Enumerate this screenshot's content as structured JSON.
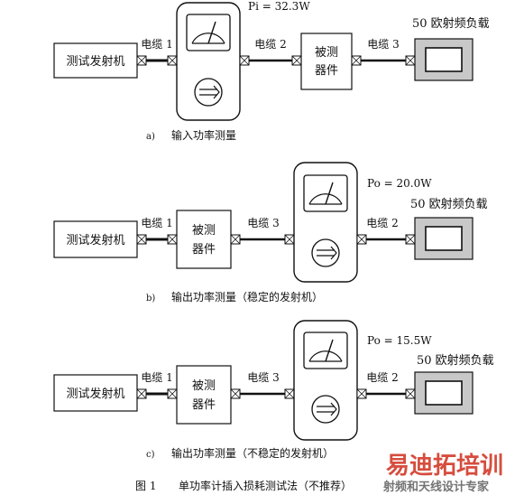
{
  "diagram_a": {
    "transmitter": "测试发射机",
    "cable1": "电缆 1",
    "cable2": "电缆 2",
    "cable3": "电缆 3",
    "dut_line1": "被测",
    "dut_line2": "器件",
    "load": "50 欧射频负载",
    "reading": "Pi = 32.3W",
    "caption_letter": "a)",
    "caption": "输入功率测量"
  },
  "diagram_b": {
    "transmitter": "测试发射机",
    "cable1": "电缆 1",
    "cable3": "电缆 3",
    "cable2": "电缆 2",
    "dut_line1": "被测",
    "dut_line2": "器件",
    "load": "50 欧射频负载",
    "reading": "Po = 20.0W",
    "caption_letter": "b)",
    "caption": "输出功率测量（稳定的发射机）"
  },
  "diagram_c": {
    "transmitter": "测试发射机",
    "cable1": "电缆 1",
    "cable3": "电缆 3",
    "cable2": "电缆 2",
    "dut_line1": "被测",
    "dut_line2": "器件",
    "load": "50 欧射频负载",
    "reading": "Po = 15.5W",
    "caption_letter": "c)",
    "caption": "输出功率测量（不稳定的发射机）"
  },
  "figure_caption": {
    "number": "图 1",
    "text": "单功率计插入损耗测试法（不推荐）"
  },
  "watermark": {
    "brand": "易迪拓培训",
    "tagline": "射频和天线设计专家",
    "color_red": "#d23a2a",
    "color_gray": "#666666"
  }
}
